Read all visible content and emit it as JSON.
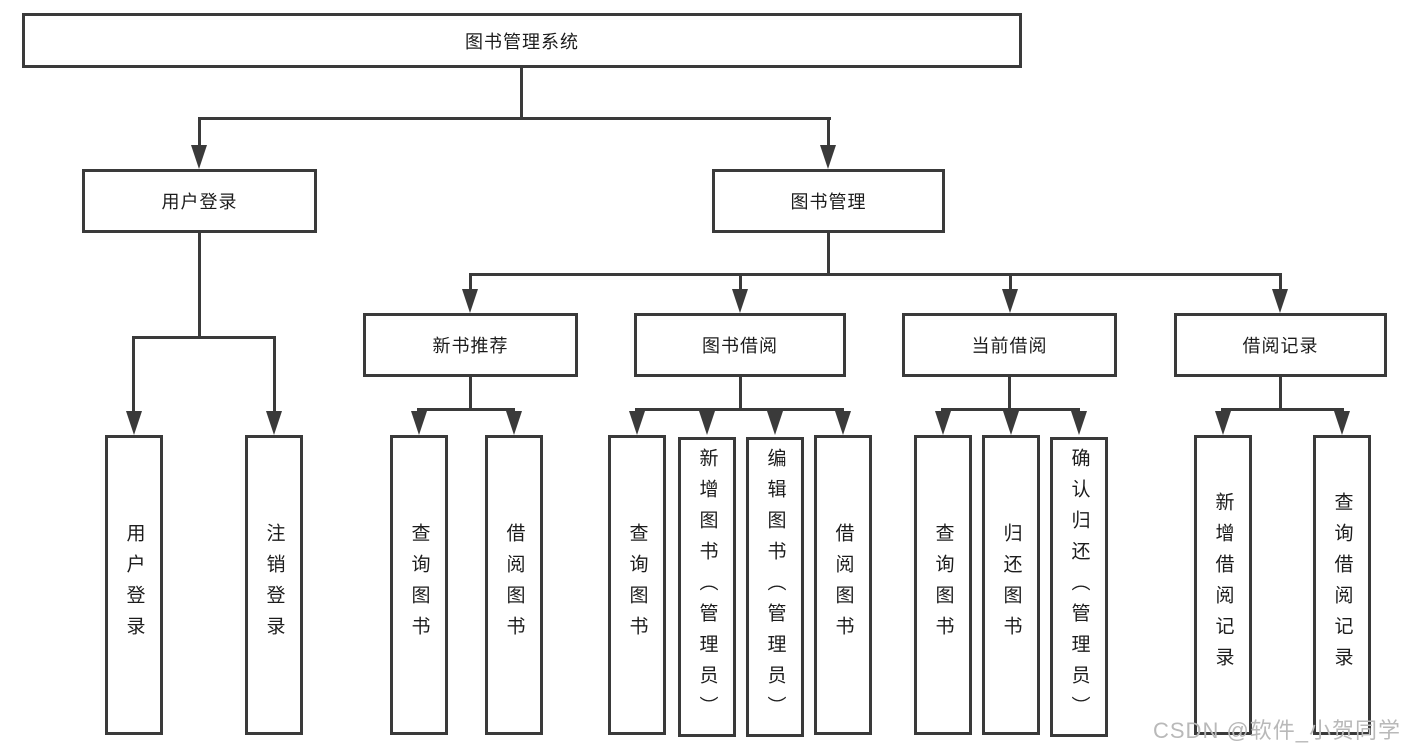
{
  "diagram_title": "图书管理系统",
  "colors": {
    "line": "#3a3a3a",
    "text": "#1c1c1c",
    "background": "#ffffff",
    "watermark": "#b9b9b9"
  },
  "nodes": {
    "root": {
      "label": "图书管理系统"
    },
    "level2": [
      {
        "id": "user-login",
        "label": "用户登录"
      },
      {
        "id": "book-management",
        "label": "图书管理"
      }
    ],
    "level3": [
      {
        "id": "new-book-recommend",
        "label": "新书推荐",
        "parent": "book-management"
      },
      {
        "id": "book-borrowing",
        "label": "图书借阅",
        "parent": "book-management"
      },
      {
        "id": "current-borrowing",
        "label": "当前借阅",
        "parent": "book-management"
      },
      {
        "id": "borrowing-records",
        "label": "借阅记录",
        "parent": "book-management"
      }
    ],
    "leaves": [
      {
        "label": "用户登录",
        "parent": "user-login"
      },
      {
        "label": "注销登录",
        "parent": "user-login"
      },
      {
        "label": "查询图书",
        "parent": "new-book-recommend"
      },
      {
        "label": "借阅图书",
        "parent": "new-book-recommend"
      },
      {
        "label": "查询图书",
        "parent": "book-borrowing"
      },
      {
        "label": "新增图书（管理员）",
        "parent": "book-borrowing"
      },
      {
        "label": "编辑图书（管理员）",
        "parent": "book-borrowing"
      },
      {
        "label": "借阅图书",
        "parent": "book-borrowing"
      },
      {
        "label": "查询图书",
        "parent": "current-borrowing"
      },
      {
        "label": "归还图书",
        "parent": "current-borrowing"
      },
      {
        "label": "确认归还（管理员）",
        "parent": "current-borrowing"
      },
      {
        "label": "新增借阅记录",
        "parent": "borrowing-records"
      },
      {
        "label": "查询借阅记录",
        "parent": "borrowing-records"
      }
    ]
  },
  "watermark": "CSDN @软件_小贺同学"
}
